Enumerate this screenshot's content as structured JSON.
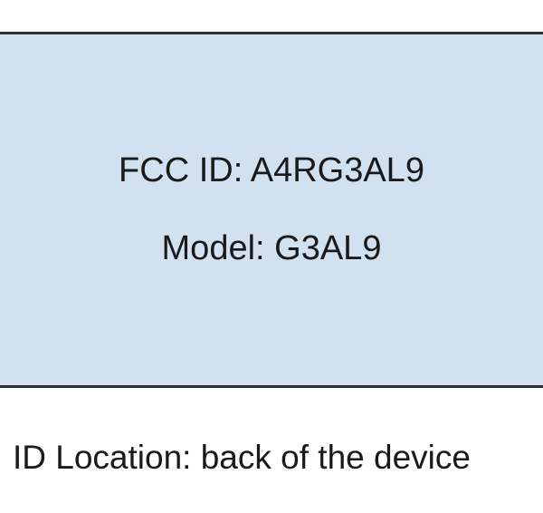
{
  "label_box": {
    "fcc_id_text": "FCC ID: A4RG3AL9",
    "model_text": "Model: G3AL9"
  },
  "caption": {
    "id_location_text": "ID Location: back of the device"
  },
  "colors": {
    "page_background": "#ffffff",
    "box_fill": "#d2e1f0",
    "box_border": "#2d3136",
    "text": "#1a1a1a"
  }
}
